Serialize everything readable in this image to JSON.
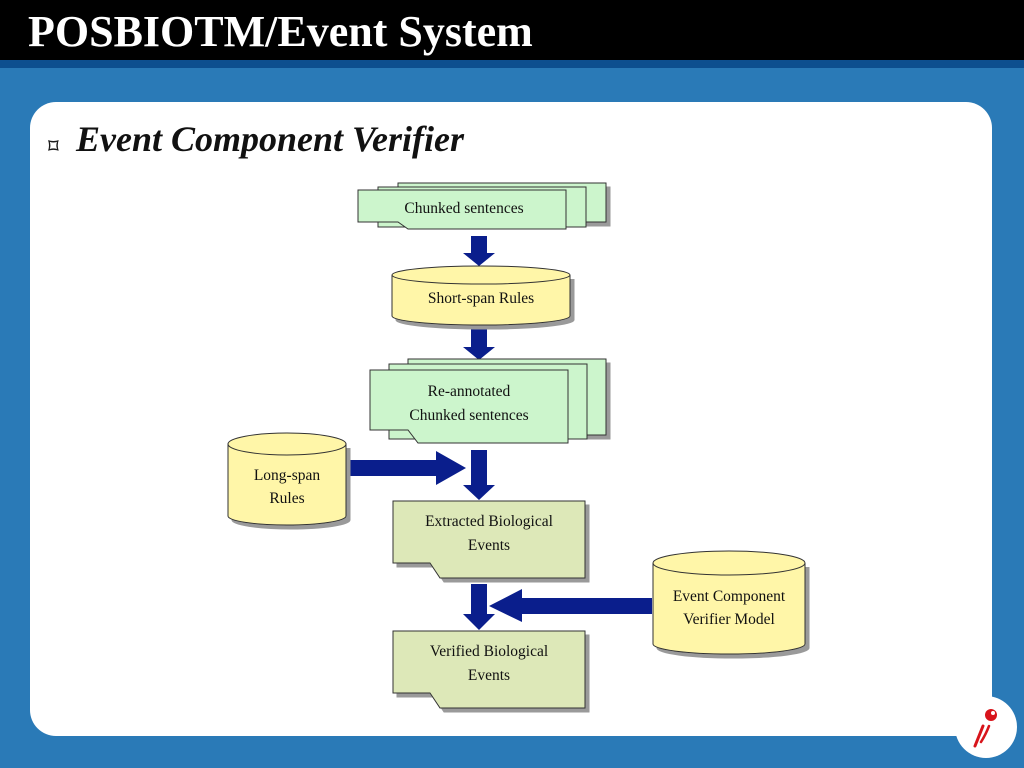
{
  "slide": {
    "title": "POSBIOTM/Event System",
    "heading": "Event Component Verifier"
  },
  "diagram": {
    "nodes": [
      {
        "id": "chunked",
        "kind": "document-stack",
        "lines": [
          "Chunked sentences"
        ]
      },
      {
        "id": "short_rules",
        "kind": "database",
        "lines": [
          "Short-span Rules"
        ]
      },
      {
        "id": "reannotated",
        "kind": "document-stack",
        "lines": [
          "Re-annotated",
          "Chunked sentences"
        ]
      },
      {
        "id": "long_rules",
        "kind": "database",
        "lines": [
          "Long-span",
          "Rules"
        ]
      },
      {
        "id": "extracted",
        "kind": "document",
        "lines": [
          "Extracted Biological",
          "Events"
        ]
      },
      {
        "id": "verifier_model",
        "kind": "database",
        "lines": [
          "Event Component",
          "Verifier Model"
        ]
      },
      {
        "id": "verified",
        "kind": "document",
        "lines": [
          "Verified Biological",
          "Events"
        ]
      }
    ],
    "edges": [
      {
        "from": "chunked",
        "to": "short_rules"
      },
      {
        "from": "short_rules",
        "to": "reannotated"
      },
      {
        "from": "reannotated",
        "to": "extracted"
      },
      {
        "from": "long_rules",
        "to": "extracted"
      },
      {
        "from": "extracted",
        "to": "verified"
      },
      {
        "from": "verifier_model",
        "to": "verified"
      }
    ]
  },
  "colors": {
    "background": "#2a7ab7",
    "title_bar": "#000000",
    "accent_rule": "#0d4f8f",
    "arrow": "#0a1e8c",
    "doc_green": "#ccf5cc",
    "doc_olive": "#dde8b8",
    "db_yellow": "#fff6a8"
  }
}
